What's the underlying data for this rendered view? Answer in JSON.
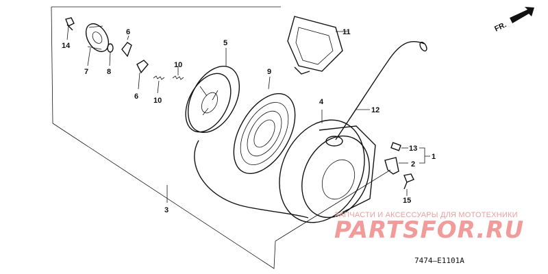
{
  "callouts": {
    "c1": "1",
    "c2": "2",
    "c3": "3",
    "c4": "4",
    "c5": "5",
    "c6a": "6",
    "c6b": "6",
    "c7": "7",
    "c8": "8",
    "c9": "9",
    "c10a": "10",
    "c10b": "10",
    "c11": "11",
    "c12": "12",
    "c13": "13",
    "c14": "14",
    "c15": "15"
  },
  "direction_label": "FR.",
  "watermark": {
    "tagline": "ЗАПЧАСТИ И АКСЕССУАРЫ ДЛЯ МОТОТЕХНИКИ",
    "brand": "PARTSFOR.RU"
  },
  "diagram_code": "7474—E1101A"
}
